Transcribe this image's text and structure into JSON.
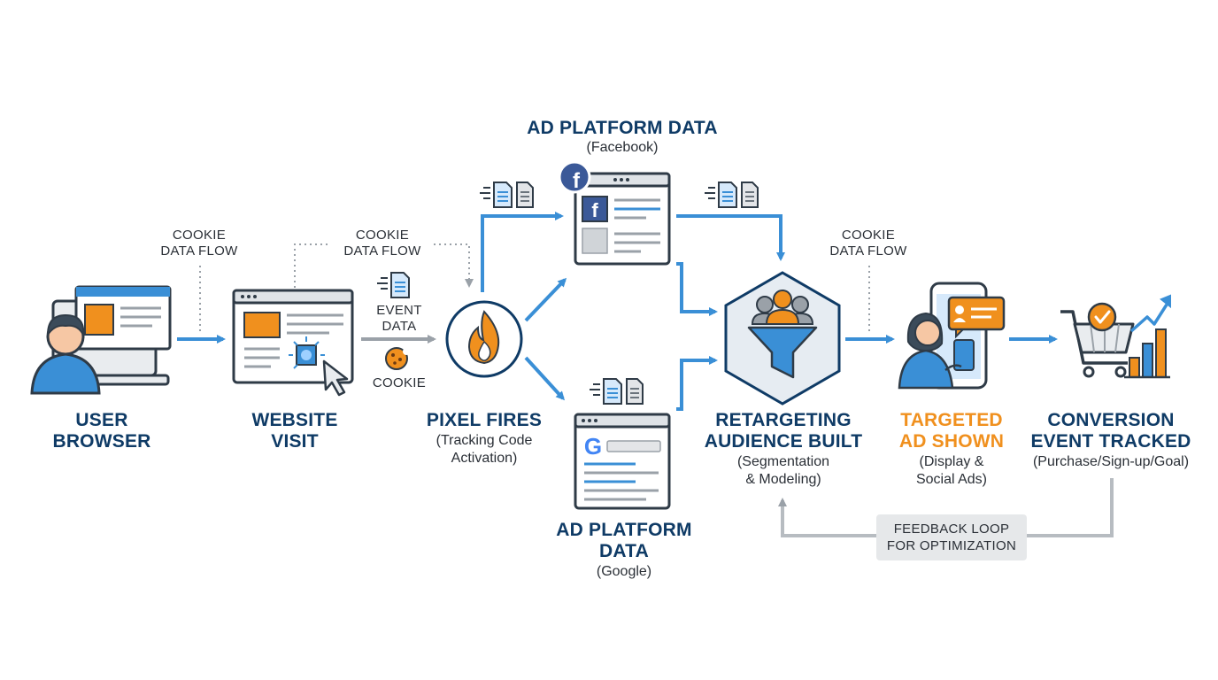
{
  "colors": {
    "navy": "#0f3b66",
    "blue": "#3a8fd6",
    "orange": "#f0901e",
    "outline": "#2f3b47",
    "gray": "#9aa1a8"
  },
  "steps": {
    "user_browser": {
      "title": [
        "USER",
        "BROWSER"
      ],
      "icon": "user-at-computer-icon"
    },
    "website_visit": {
      "title": [
        "WEBSITE",
        "VISIT"
      ],
      "icon": "webpage-click-icon"
    },
    "pixel_fires": {
      "title": [
        "PIXEL FIRES"
      ],
      "subtitle": [
        "(Tracking Code",
        "Activation)"
      ],
      "icon": "flame-icon"
    },
    "ad_platform_facebook": {
      "title": [
        "AD PLATFORM DATA"
      ],
      "subtitle": [
        "(Facebook)"
      ],
      "icon": "facebook-page-icon"
    },
    "ad_platform_google": {
      "title": [
        "AD PLATFORM",
        "DATA"
      ],
      "subtitle": [
        "(Google)"
      ],
      "icon": "google-search-page-icon"
    },
    "retargeting": {
      "title": [
        "RETARGETING",
        "AUDIENCE BUILT"
      ],
      "subtitle": [
        "(Segmentation",
        "& Modeling)"
      ],
      "icon": "audience-funnel-icon"
    },
    "targeted_ad": {
      "title": [
        "TARGETED",
        "AD SHOWN"
      ],
      "subtitle": [
        "(Display &",
        "Social Ads)"
      ],
      "icon": "phone-ad-icon"
    },
    "conversion": {
      "title": [
        "CONVERSION",
        "EVENT TRACKED"
      ],
      "subtitle": [
        "(Purchase/Sign-up/Goal)"
      ],
      "icon": "cart-chart-icon"
    }
  },
  "flow_labels": {
    "cookie_flow_1": [
      "COOKIE",
      "DATA FLOW"
    ],
    "cookie_flow_2": [
      "COOKIE",
      "DATA FLOW"
    ],
    "cookie_flow_3": [
      "COOKIE",
      "DATA FLOW"
    ],
    "event_data": [
      "EVENT",
      "DATA"
    ],
    "cookie": "COOKIE"
  },
  "feedback_loop": [
    "FEEDBACK LOOP",
    "FOR OPTIMIZATION"
  ]
}
